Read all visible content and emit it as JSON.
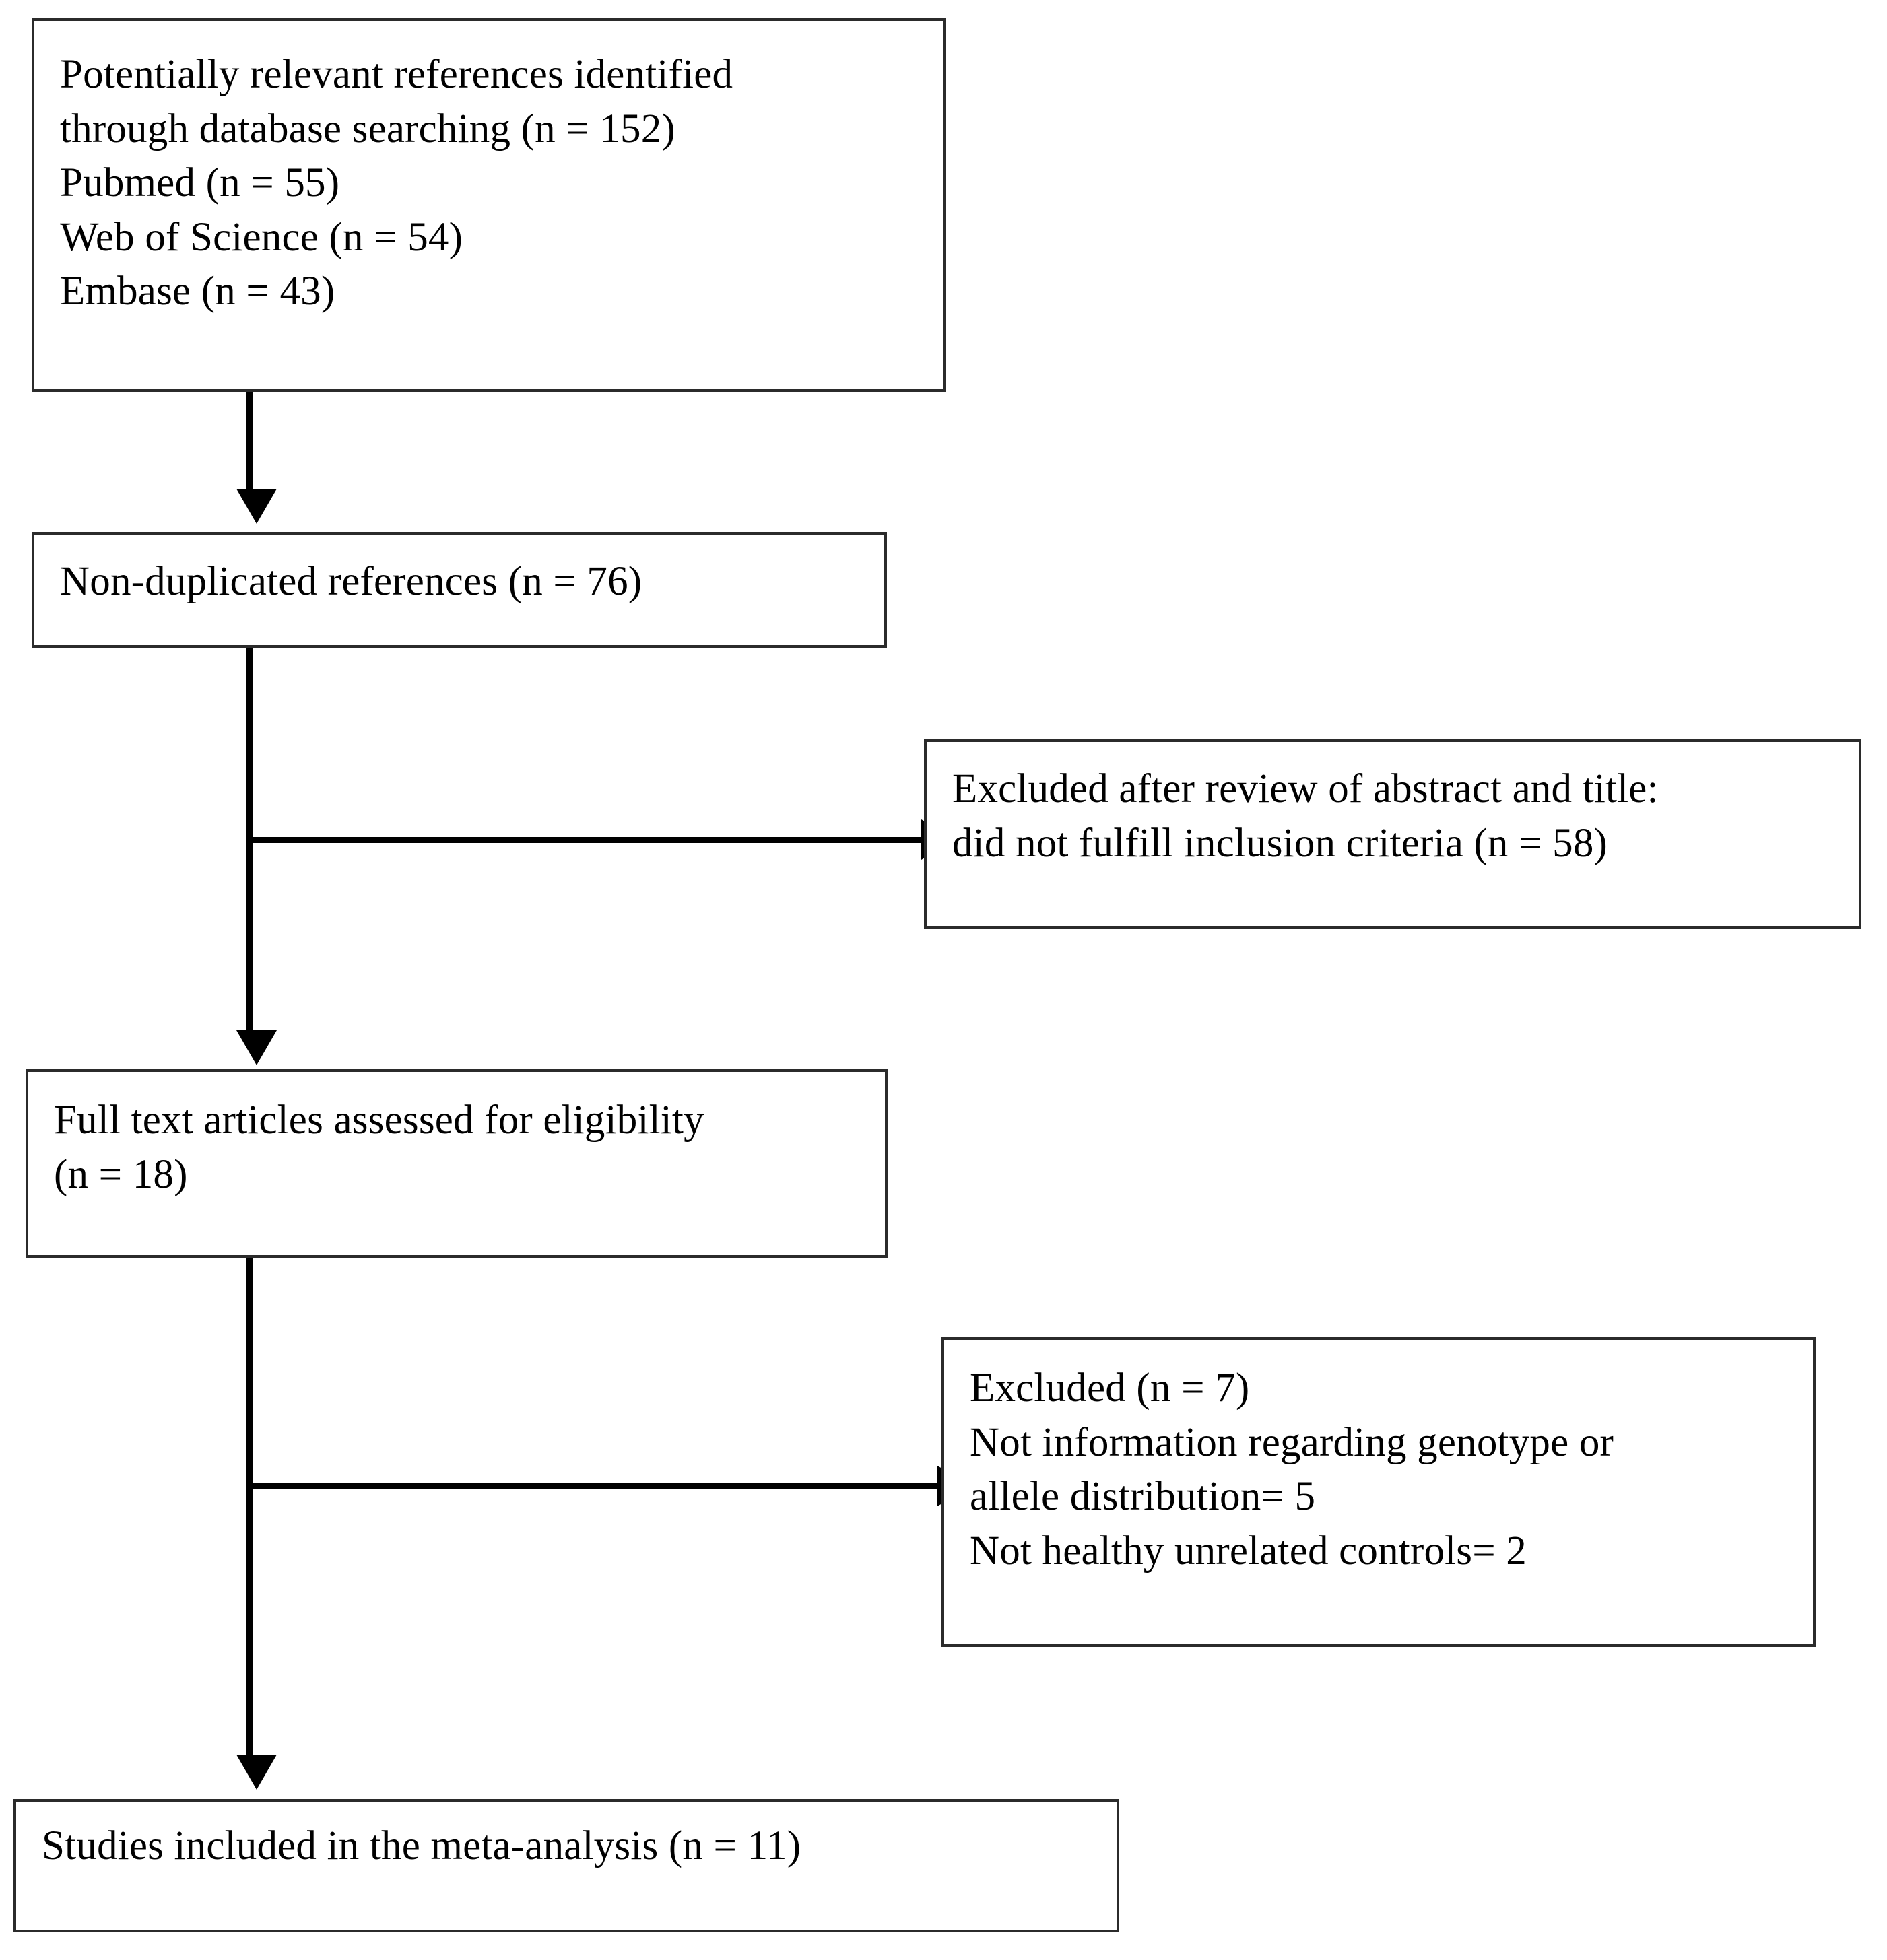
{
  "diagram": {
    "type": "prisma-flow-diagram",
    "boxes": {
      "identified": "Potentially relevant references identified\nthrough database searching (n = 152)\nPubmed (n = 55)\nWeb of Science (n = 54)\nEmbase (n = 43)",
      "non_duplicated": "Non-duplicated references (n = 76)",
      "excluded_abstract": "Excluded after review of abstract and title:\ndid not fulfill inclusion criteria  (n = 58)",
      "full_text": "Full text articles assessed for eligibility\n(n = 18)",
      "excluded_full": "Excluded (n = 7)\nNot information regarding genotype or\nallele distribution= 5\nNot healthy unrelated controls= 2",
      "included": "Studies included in the meta-analysis (n = 11)"
    },
    "counts": {
      "identified_total": 152,
      "pubmed": 55,
      "web_of_science": 54,
      "embase": 43,
      "non_duplicated": 76,
      "excluded_after_abstract_title": 58,
      "full_text_assessed": 18,
      "excluded_full_text": 7,
      "excluded_no_genotype_or_allele": 5,
      "excluded_not_healthy_unrelated_controls": 2,
      "included_in_meta_analysis": 11
    },
    "colors": {
      "border": "#2b2b2b",
      "text": "#000000",
      "connector": "#000000",
      "background": "#ffffff"
    }
  }
}
